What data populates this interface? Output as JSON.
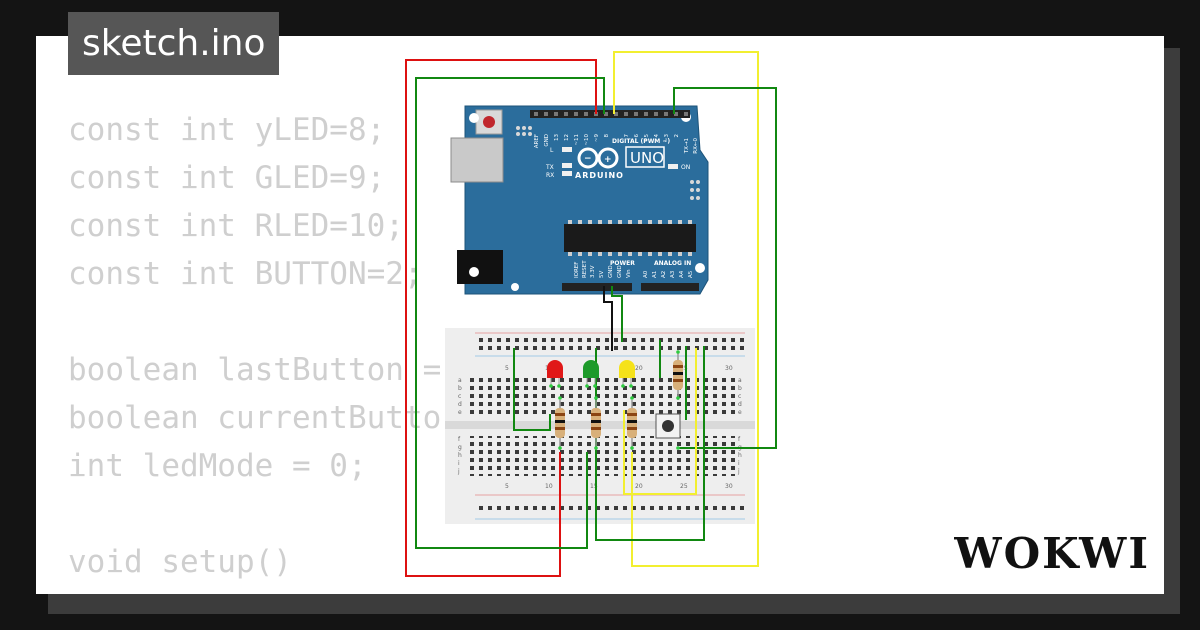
{
  "file": {
    "name": "sketch.ino"
  },
  "code_lines": [
    "const int yLED=8;",
    "const int GLED=9;",
    "const int RLED=10;",
    "const int BUTTON=2;",
    "",
    "boolean lastButton = ",
    "boolean currentButto",
    "int ledMode = 0;",
    "",
    "void setup()",
    "{"
  ],
  "brand": {
    "name": "WOKWI"
  },
  "board": {
    "model": "UNO",
    "maker": "ARDUINO",
    "digital_header": "DIGITAL (PWM ~)",
    "power_label": "POWER",
    "analog_label": "ANALOG IN",
    "on_label": "ON",
    "tx_label": "TX",
    "rx_label": "RX",
    "l_label": "L",
    "digital_pins": [
      "AREF",
      "GND",
      "13",
      "12",
      "~11",
      "~10",
      "~9",
      "8",
      "7",
      "~6",
      "~5",
      "4",
      "~3",
      "2",
      "TX→1",
      "RX←0"
    ],
    "power_pins": [
      "IOREF",
      "RESET",
      "3.3V",
      "5V",
      "GND",
      "GND",
      "Vin"
    ],
    "analog_pins": [
      "A0",
      "A1",
      "A2",
      "A3",
      "A4",
      "A5"
    ]
  },
  "breadboard": {
    "row_labels_top": [
      "a",
      "b",
      "c",
      "d",
      "e"
    ],
    "row_labels_bottom": [
      "f",
      "g",
      "h",
      "i",
      "j"
    ],
    "column_numbers": [
      "5",
      "10",
      "15",
      "20",
      "25",
      "30"
    ]
  },
  "colors": {
    "background": "#141414",
    "card": "#ffffff",
    "tab": "#565656",
    "board": "#2b6d9c",
    "wire_red": "#dd1111",
    "wire_green": "#118811",
    "wire_yellow": "#f2ef30",
    "wire_black": "#111111"
  },
  "components": {
    "leds": [
      "red-led",
      "green-led",
      "yellow-led"
    ],
    "resistors": 4,
    "buttons": 1
  }
}
